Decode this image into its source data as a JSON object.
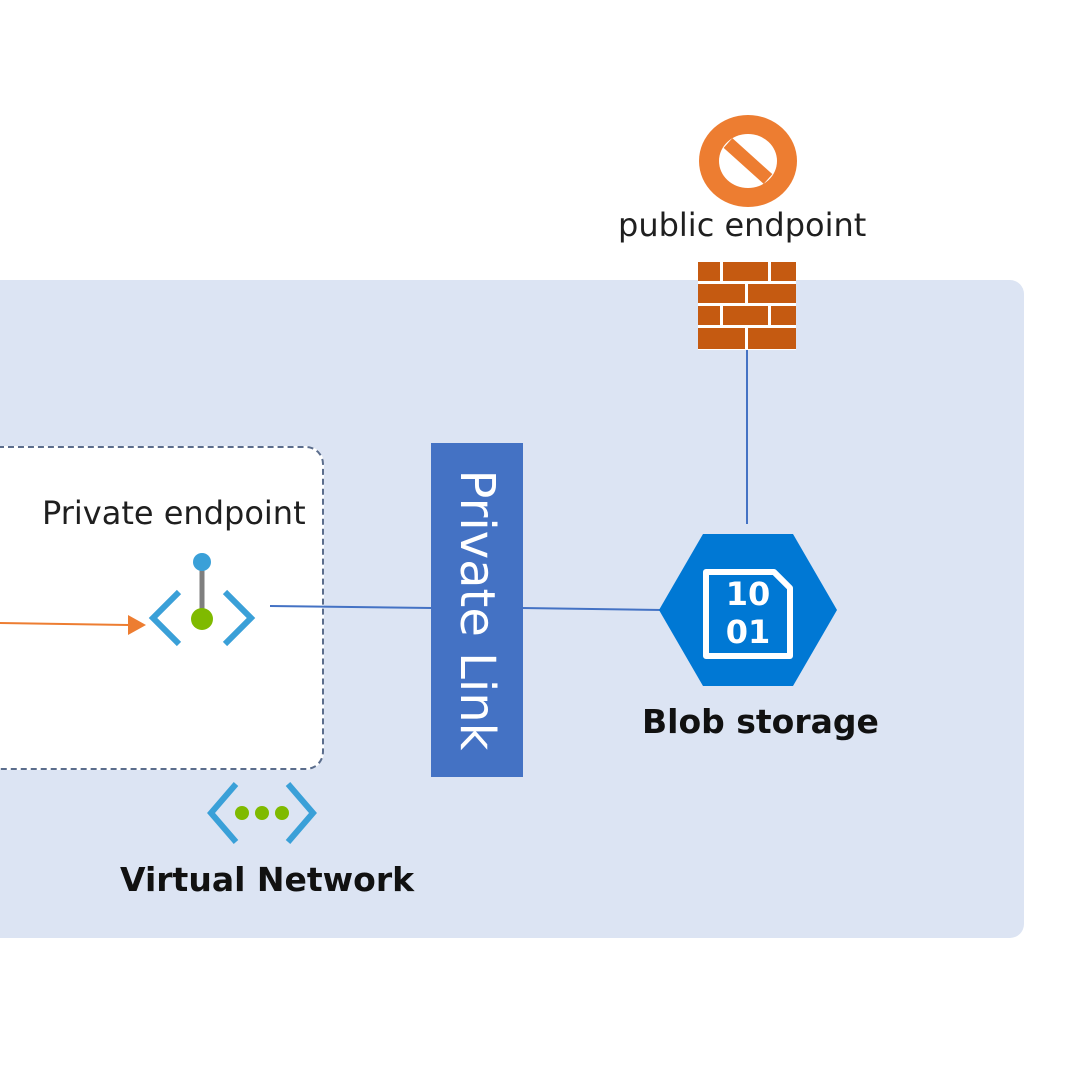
{
  "diagram": {
    "public_endpoint": {
      "label": "public endpoint",
      "icon": "no-entry-icon",
      "firewall_icon": "firewall-brick-icon"
    },
    "private_endpoint": {
      "label": "Private endpoint",
      "icon": "private-endpoint-icon"
    },
    "private_link": {
      "label": "Private Link"
    },
    "blob_storage": {
      "label": "Blob storage",
      "icon": "blob-storage-hexagon-icon",
      "glyph_line1": "10",
      "glyph_line2": "01"
    },
    "virtual_network": {
      "label": "Virtual Network",
      "icon": "virtual-network-icon"
    }
  },
  "colors": {
    "zone_background": "#dce4f3",
    "private_link_bar": "#4472c4",
    "blob_hexagon": "#0078d4",
    "no_entry": "#ed7d31",
    "firewall_brick": "#c55a11",
    "connector_line": "#4472c4",
    "inbound_arrow": "#ed7d31",
    "endpoint_chevrons": "#3aa0d8",
    "endpoint_dot": "#7fba00"
  }
}
